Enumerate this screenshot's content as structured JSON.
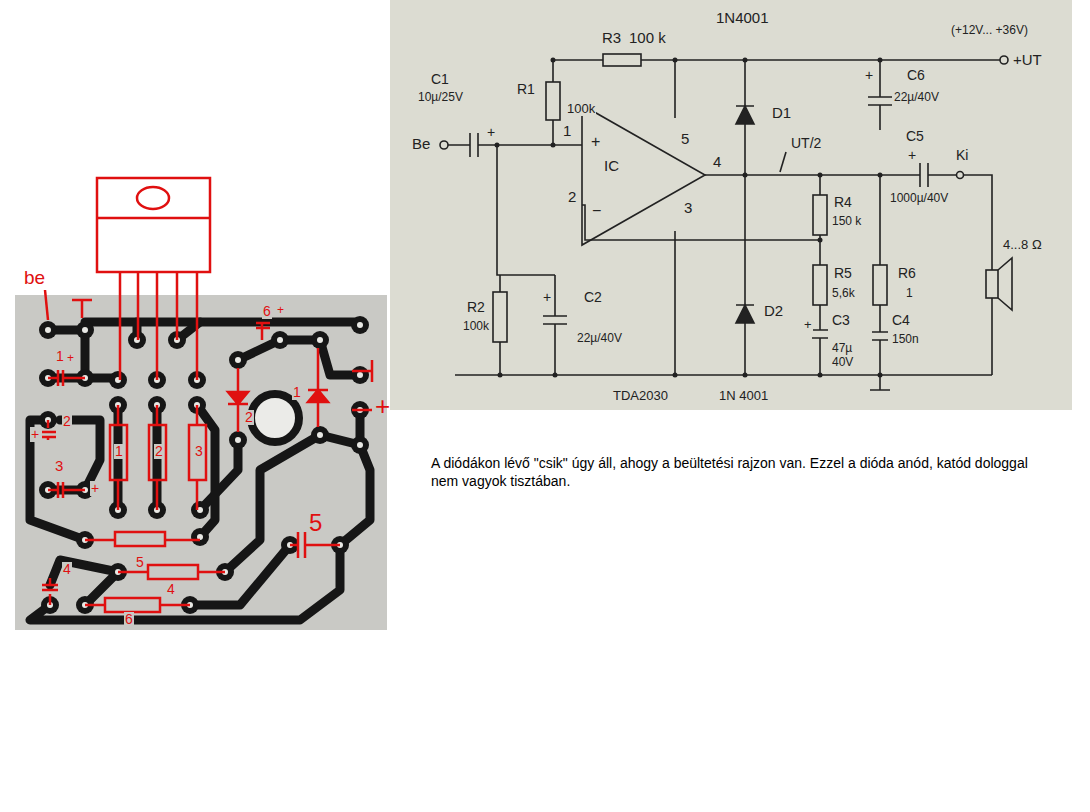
{
  "diagram": {
    "nodes": [
      {
        "text": [
          "IC"
        ]
      }
    ],
    "labels": [
      "1N4001",
      "(+12V... +36V)",
      "R3",
      "100 k",
      "+UT",
      "C1",
      "10µ/25V",
      "R1",
      "100k",
      "+",
      "Be",
      "1",
      "+",
      "5",
      "D1",
      "C6",
      "+",
      "22µ/40V",
      "UT/2",
      "C5",
      "+",
      "Ki",
      "4",
      "2",
      "−",
      "3",
      "R4",
      "150 k",
      "1000µ/40V",
      "4...8 Ω",
      "R5",
      "5,6k",
      "R6",
      "1",
      "+",
      "C3",
      "47µ",
      "40V",
      "C4",
      "150n",
      "R2",
      "100k",
      "+",
      "C2",
      "22µ/40V",
      "D2",
      "TDA2030",
      "1N 4001",
      "be",
      "1",
      "+",
      "6",
      "+",
      "+",
      "2",
      "3",
      "+",
      "1",
      "2",
      "3",
      "2",
      "1",
      "5",
      "4",
      "6",
      "4",
      "5",
      "+",
      "A diódákon lévő \"csik\" úgy áll, ahogy a beültetési rajzon van. Ezzel a dióda anód, katód dologgal nem vagyok tisztában."
    ]
  }
}
